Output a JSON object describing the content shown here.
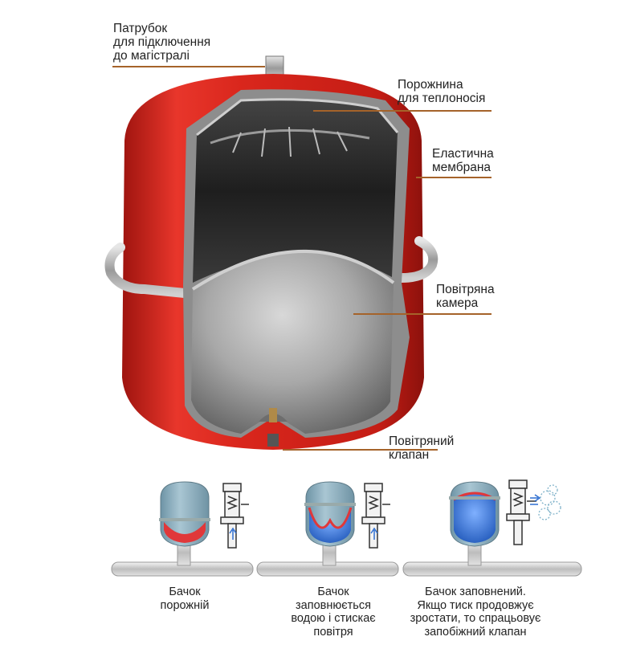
{
  "colors": {
    "tank_red": "#d9261c",
    "tank_red_dark": "#9e140f",
    "membrane_dark": "#2b2b2b",
    "air_chamber_grey": "#a8a8a8",
    "leader_line": "#a5632a",
    "small_tank_blue": "#8fb3c3",
    "small_tank_membrane_red": "#e0383a",
    "water_blue": "#2f6fd1"
  },
  "labels": {
    "connection_pipe": [
      "Патрубок",
      "для підключення",
      "до магістралі"
    ],
    "heat_carrier_cavity": [
      "Порожнина",
      "для теплоносія"
    ],
    "elastic_membrane": [
      "Еластична",
      "мембрана"
    ],
    "air_chamber": [
      "Повітряна",
      "камера"
    ],
    "air_valve": [
      "Повітряний",
      "клапан"
    ]
  },
  "stages": [
    {
      "caption": [
        "Бачок",
        "порожній"
      ]
    },
    {
      "caption": [
        "Бачок",
        "заповнюється",
        "водою і стискає",
        "повітря"
      ]
    },
    {
      "caption": [
        "Бачок заповнений.",
        "Якщо тиск продовжує",
        "зростати, то спрацьовує",
        "запобіжний клапан"
      ]
    }
  ]
}
